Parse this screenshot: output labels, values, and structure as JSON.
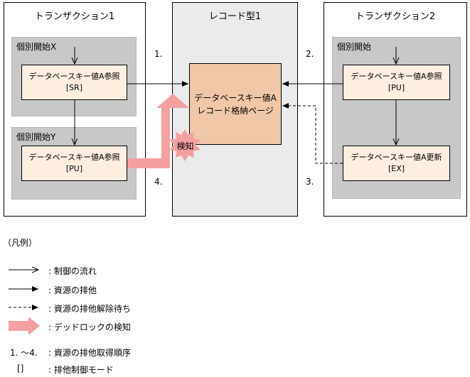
{
  "transaction1": {
    "title": "トランザクション1",
    "groupX": {
      "title": "個別開始X",
      "box_line1": "データベースキー値A参照",
      "box_line2": "[SR]"
    },
    "groupY": {
      "title": "個別開始Y",
      "box_line1": "データベースキー値A参照",
      "box_line2": "[PU]"
    }
  },
  "record_panel": {
    "title": "レコード型1",
    "box_line1": "データベースキー値A",
    "box_line2": "レコード格納ページ"
  },
  "transaction2": {
    "title": "トランザクション2",
    "group": {
      "title": "個別開始"
    },
    "box1_line1": "データベースキー値A参照",
    "box1_line2": "[PU]",
    "box2_line1": "データベースキー値A更新",
    "box2_line2": "[EX]"
  },
  "steps": {
    "s1": "1.",
    "s2": "2.",
    "s3": "3.",
    "s4": "4."
  },
  "detect_label": "検知",
  "legend": {
    "title": "（凡例）",
    "items": [
      ": 制御の流れ",
      ": 資源の排他",
      ": 資源の排他解除待ち",
      ": デッドロックの検知"
    ],
    "order_key": "1. ～4.",
    "order_text": ": 資源の排他取得順序",
    "mode_key": "[]",
    "mode_text": ": 排他制御モード"
  },
  "colors": {
    "deadlock_arrow": "#f4a0a0",
    "record_box": "#f0c8a8",
    "op_box": "#fdeee0",
    "group_bg": "#c8c8c8",
    "panel_gray": "#ebebeb"
  }
}
